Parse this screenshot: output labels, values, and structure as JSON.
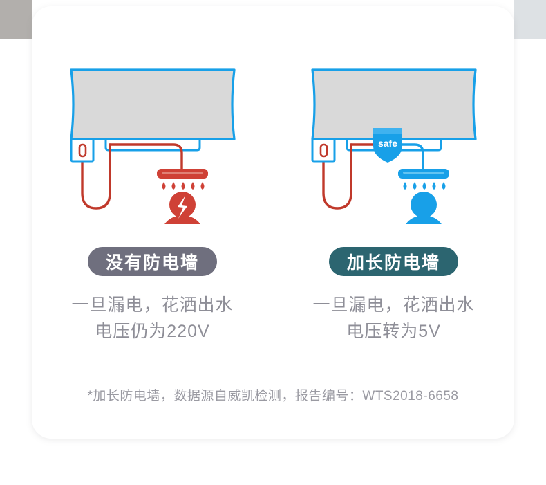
{
  "background": {
    "left_band_color": "#b2afac",
    "right_band_color": "#dde1e4",
    "card_color": "#ffffff"
  },
  "palette": {
    "blue": "#18a0e8",
    "red": "#c0392b",
    "red_fill": "#cf4136",
    "tank_gray": "#d9d9d9",
    "pill_gray": "#6f6f7e",
    "pill_teal": "#2c6570",
    "caption_gray": "#8e8e97",
    "footnote_gray": "#9a9aa2"
  },
  "panels": [
    {
      "id": "without-wall",
      "badge": "没有防电墙",
      "badge_color": "#6f6f7e",
      "caption": "一旦漏电，花洒出水\n电压仍为220V",
      "voltage": "220V",
      "shield": null,
      "water_state": "electrified",
      "person_state": "shocked",
      "pipe_color": "#c0392b",
      "shower_color": "#cf4136",
      "person_color": "#cf4136"
    },
    {
      "id": "extended-wall",
      "badge": "加长防电墙",
      "badge_color": "#2c6570",
      "caption": "一旦漏电，花洒出水\n电压转为5V",
      "voltage": "5V",
      "shield": "safe",
      "water_state": "safe",
      "person_state": "normal",
      "pipe_color": "#18a0e8",
      "shower_color": "#18a0e8",
      "person_color": "#18a0e8"
    }
  ],
  "footnote": "*加长防电墙，数据源自威凯检测，报告编号：WTS2018-6658"
}
